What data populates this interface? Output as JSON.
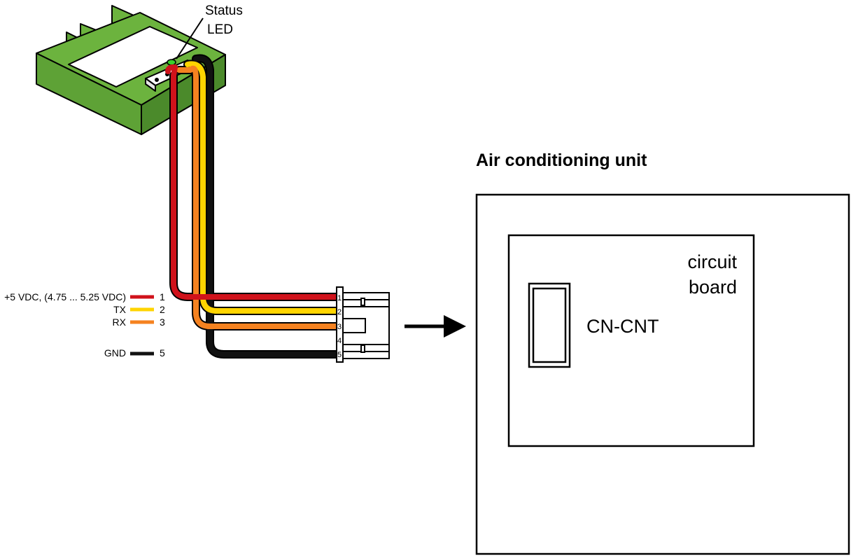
{
  "module": {
    "status_led_label_line1": "Status",
    "status_led_label_line2": "LED"
  },
  "legend": [
    {
      "signal": "+5 VDC, (4.75 ... 5.25 VDC)",
      "pin": "1",
      "color": "#d0121b"
    },
    {
      "signal": "TX",
      "pin": "2",
      "color": "#ffd400"
    },
    {
      "signal": "RX",
      "pin": "3",
      "color": "#f58220"
    },
    {
      "signal": "GND",
      "pin": "5",
      "color": "#111111"
    }
  ],
  "connector": {
    "pins": [
      "1",
      "2",
      "3",
      "4",
      "5"
    ]
  },
  "ac_unit": {
    "title": "Air conditioning unit",
    "board_label_line1": "circuit",
    "board_label_line2": "board",
    "port_label": "CN-CNT"
  },
  "colors": {
    "module_green": "#6cb33e",
    "module_dark": "#4b8a2b",
    "led_green": "#39d12b",
    "wire_red": "#d0121b",
    "wire_yellow": "#ffd400",
    "wire_orange": "#f58220",
    "wire_black": "#111111"
  }
}
